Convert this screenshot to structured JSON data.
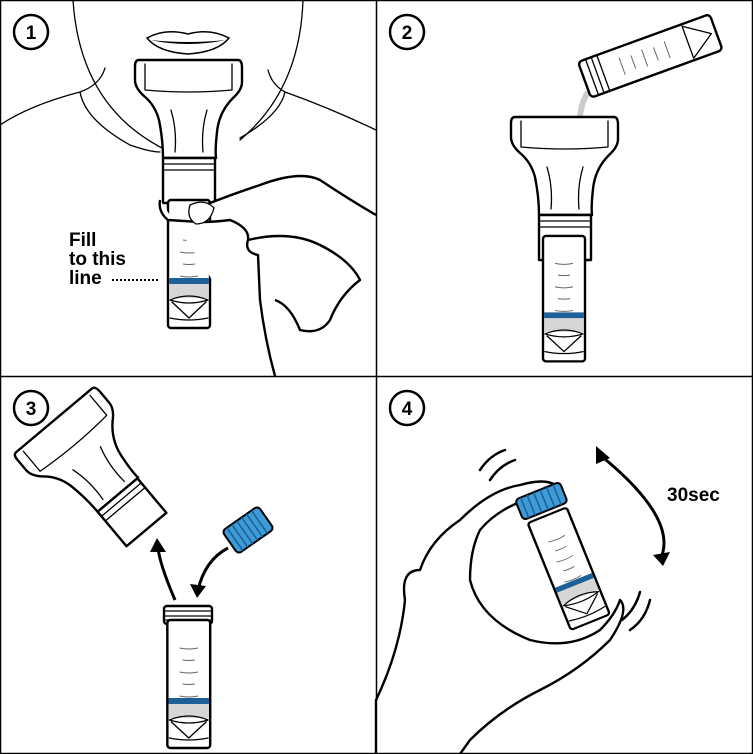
{
  "steps": [
    {
      "number": "1",
      "label_lines": [
        "Fill",
        "to this",
        "line"
      ]
    },
    {
      "number": "2"
    },
    {
      "number": "3"
    },
    {
      "number": "4",
      "duration_label": "30sec"
    }
  ],
  "colors": {
    "accent_blue": "#1d5f96",
    "cap_blue": "#3d9bd6",
    "liquid_gray": "#d6d6d6"
  }
}
